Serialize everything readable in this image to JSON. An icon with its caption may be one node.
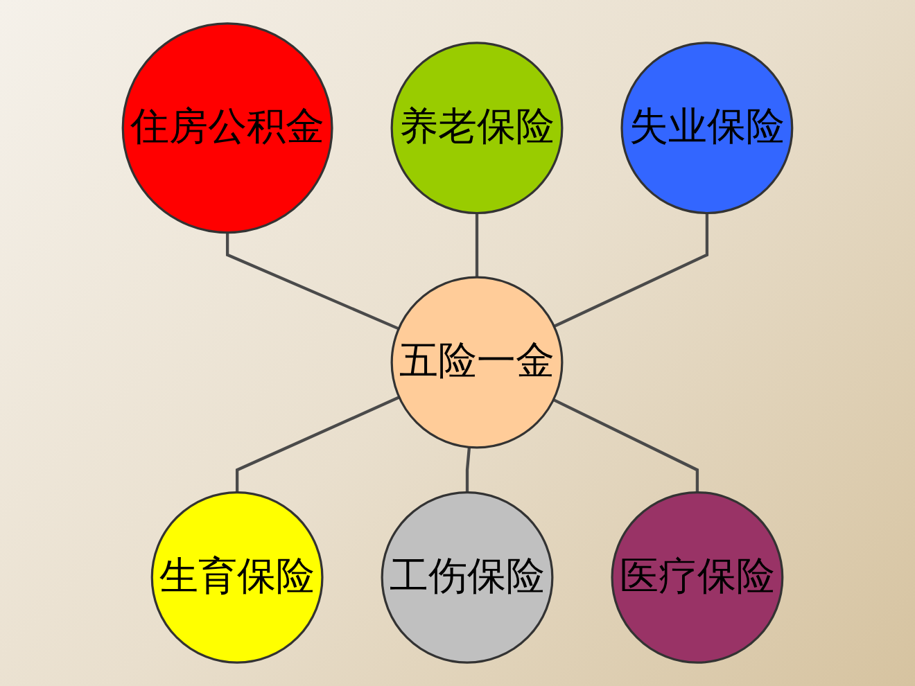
{
  "diagram": {
    "nodes": [
      {
        "text": [
          "养老保险"
        ]
      },
      {
        "text": [
          "住房公积金"
        ]
      },
      {
        "text": [
          "失业保险"
        ]
      },
      {
        "text": [
          "五险一金"
        ]
      },
      {
        "text": [
          "生育保险"
        ]
      },
      {
        "text": [
          "医疗保险"
        ]
      },
      {
        "text": [
          "工伤保险"
        ]
      }
    ],
    "edges": [
      {
        "from": 1,
        "to": 3,
        "arrow": "none"
      },
      {
        "from": 0,
        "to": 3,
        "arrow": "none"
      },
      {
        "from": 2,
        "to": 3,
        "arrow": "none"
      },
      {
        "from": 3,
        "to": 4,
        "arrow": "none"
      },
      {
        "from": 3,
        "to": 6,
        "arrow": "none"
      },
      {
        "from": 3,
        "to": 5,
        "arrow": "none"
      }
    ]
  }
}
